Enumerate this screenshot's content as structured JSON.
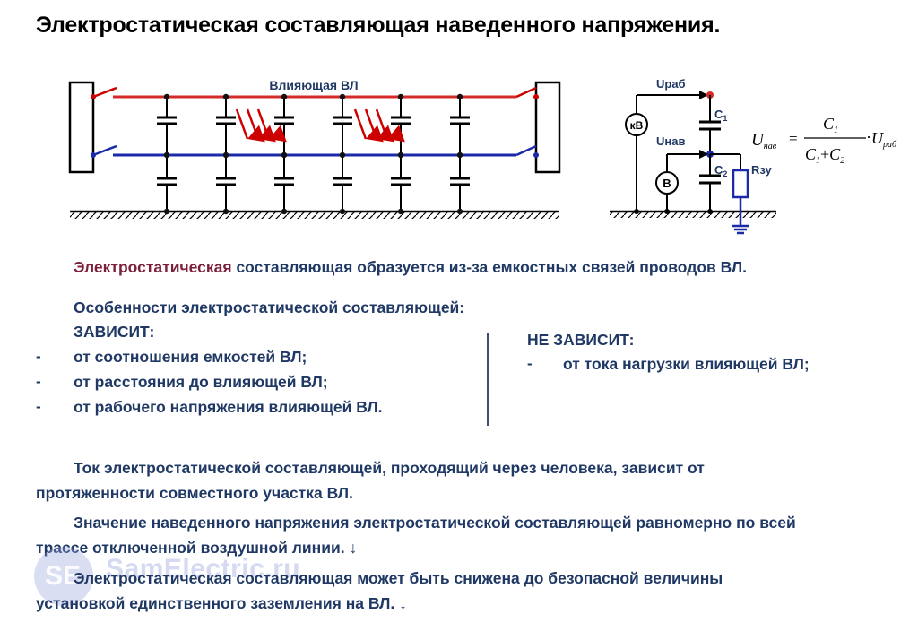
{
  "title": "Электростатическая составляющая наведенного напряжения.",
  "diagram": {
    "line_label": "Влияющая ВЛ",
    "kv_meter": "кВ",
    "v_meter": "В",
    "u_work": "Uраб",
    "u_induced": "Uнав",
    "c1": "C",
    "c1_sub": "1",
    "c2": "C",
    "c2_sub": "2",
    "rzu": "Rзу"
  },
  "formula": {
    "lhs": "U",
    "lhs_sub": "нав",
    "equals": "=",
    "num": "C",
    "num_sub": "1",
    "den_a": "C",
    "den_a_sub": "1",
    "plus": "+",
    "den_b": "C",
    "den_b_sub": "2",
    "dot": "·",
    "rhs": "U",
    "rhs_sub": "раб"
  },
  "text": {
    "p1_accent": "Электростатическая",
    "p1_rest": " составляющая образуется из-за емкостных связей проводов ВЛ.",
    "features_heading": "Особенности электростатической составляющей:",
    "depends_heading": "ЗАВИСИТ:",
    "depends_items": [
      "от соотношения емкостей ВЛ;",
      "от расстояния до влияющей ВЛ;",
      "от рабочего напряжения влияющей ВЛ."
    ],
    "not_depends_heading": "НЕ ЗАВИСИТ:",
    "not_depends_items": [
      "от тока нагрузки влияющей ВЛ;"
    ],
    "dash": "-",
    "p2_line1": "Ток электростатической составляющей, проходящий через человека, зависит от",
    "p2_line2": "протяженности совместного участка ВЛ.",
    "p3_line1": "Значение наведенного напряжения электростатической составляющей равномерно по всей",
    "p3_line2": "трассе отключенной воздушной линии. ↓",
    "p4_line1": "Электростатическая составляющая может быть снижена до безопасной величины",
    "p4_line2": "установкой единственного заземления на ВЛ. ↓"
  },
  "watermark": {
    "logo": "SE",
    "text": "SamElectric.ru"
  },
  "colors": {
    "red_line": "#d42a2a",
    "blue_line": "#1a2aa8",
    "text_dark_blue": "#1f3864",
    "accent": "#7b1f3a"
  }
}
